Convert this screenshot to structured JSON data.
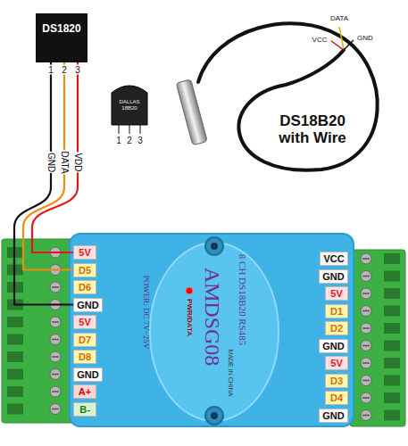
{
  "diagram": {
    "nodes": [
      {
        "text": [
          "DS1820"
        ]
      },
      {
        "text": [
          "AMDSG08",
          "8 CH DS18B20 RS485",
          "POWER: DC 7V~25V",
          "PWR/DATA",
          "MADE IN CHINA"
        ]
      },
      {
        "text": [
          "5V"
        ],
        "in": 1
      },
      {
        "text": [
          "D5"
        ],
        "in": 1
      },
      {
        "text": [
          "D6"
        ],
        "in": 1
      },
      {
        "text": [
          "GND"
        ],
        "in": 1
      },
      {
        "text": [
          "5V"
        ],
        "in": 1
      },
      {
        "text": [
          "D7"
        ],
        "in": 1
      },
      {
        "text": [
          "D8"
        ],
        "in": 1
      },
      {
        "text": [
          "GND"
        ],
        "in": 1
      },
      {
        "text": [
          "A+"
        ],
        "in": 1
      },
      {
        "text": [
          "B-"
        ],
        "in": 1
      },
      {
        "text": [
          "VCC"
        ],
        "in": 1
      },
      {
        "text": [
          "GND"
        ],
        "in": 1
      },
      {
        "text": [
          "5V"
        ],
        "in": 1
      },
      {
        "text": [
          "D1"
        ],
        "in": 1
      },
      {
        "text": [
          "D2"
        ],
        "in": 1
      },
      {
        "text": [
          "GND"
        ],
        "in": 1
      },
      {
        "text": [
          "5V"
        ],
        "in": 1
      },
      {
        "text": [
          "D3"
        ],
        "in": 1
      },
      {
        "text": [
          "D4"
        ],
        "in": 1
      },
      {
        "text": [
          "GND"
        ],
        "in": 1
      }
    ],
    "edges": [
      {
        "from": 0,
        "to": 5,
        "arrow": "none"
      },
      {
        "from": 0,
        "to": 3,
        "arrow": "none"
      },
      {
        "from": 0,
        "to": 2,
        "arrow": "none"
      }
    ],
    "labels": [
      "1",
      "2",
      "3",
      "GND",
      "DATA",
      "VDD",
      "DALLAS 18B20",
      "1",
      "2",
      "3",
      "DATA",
      "VCC",
      "GND",
      "DS18B20 with Wire"
    ]
  }
}
